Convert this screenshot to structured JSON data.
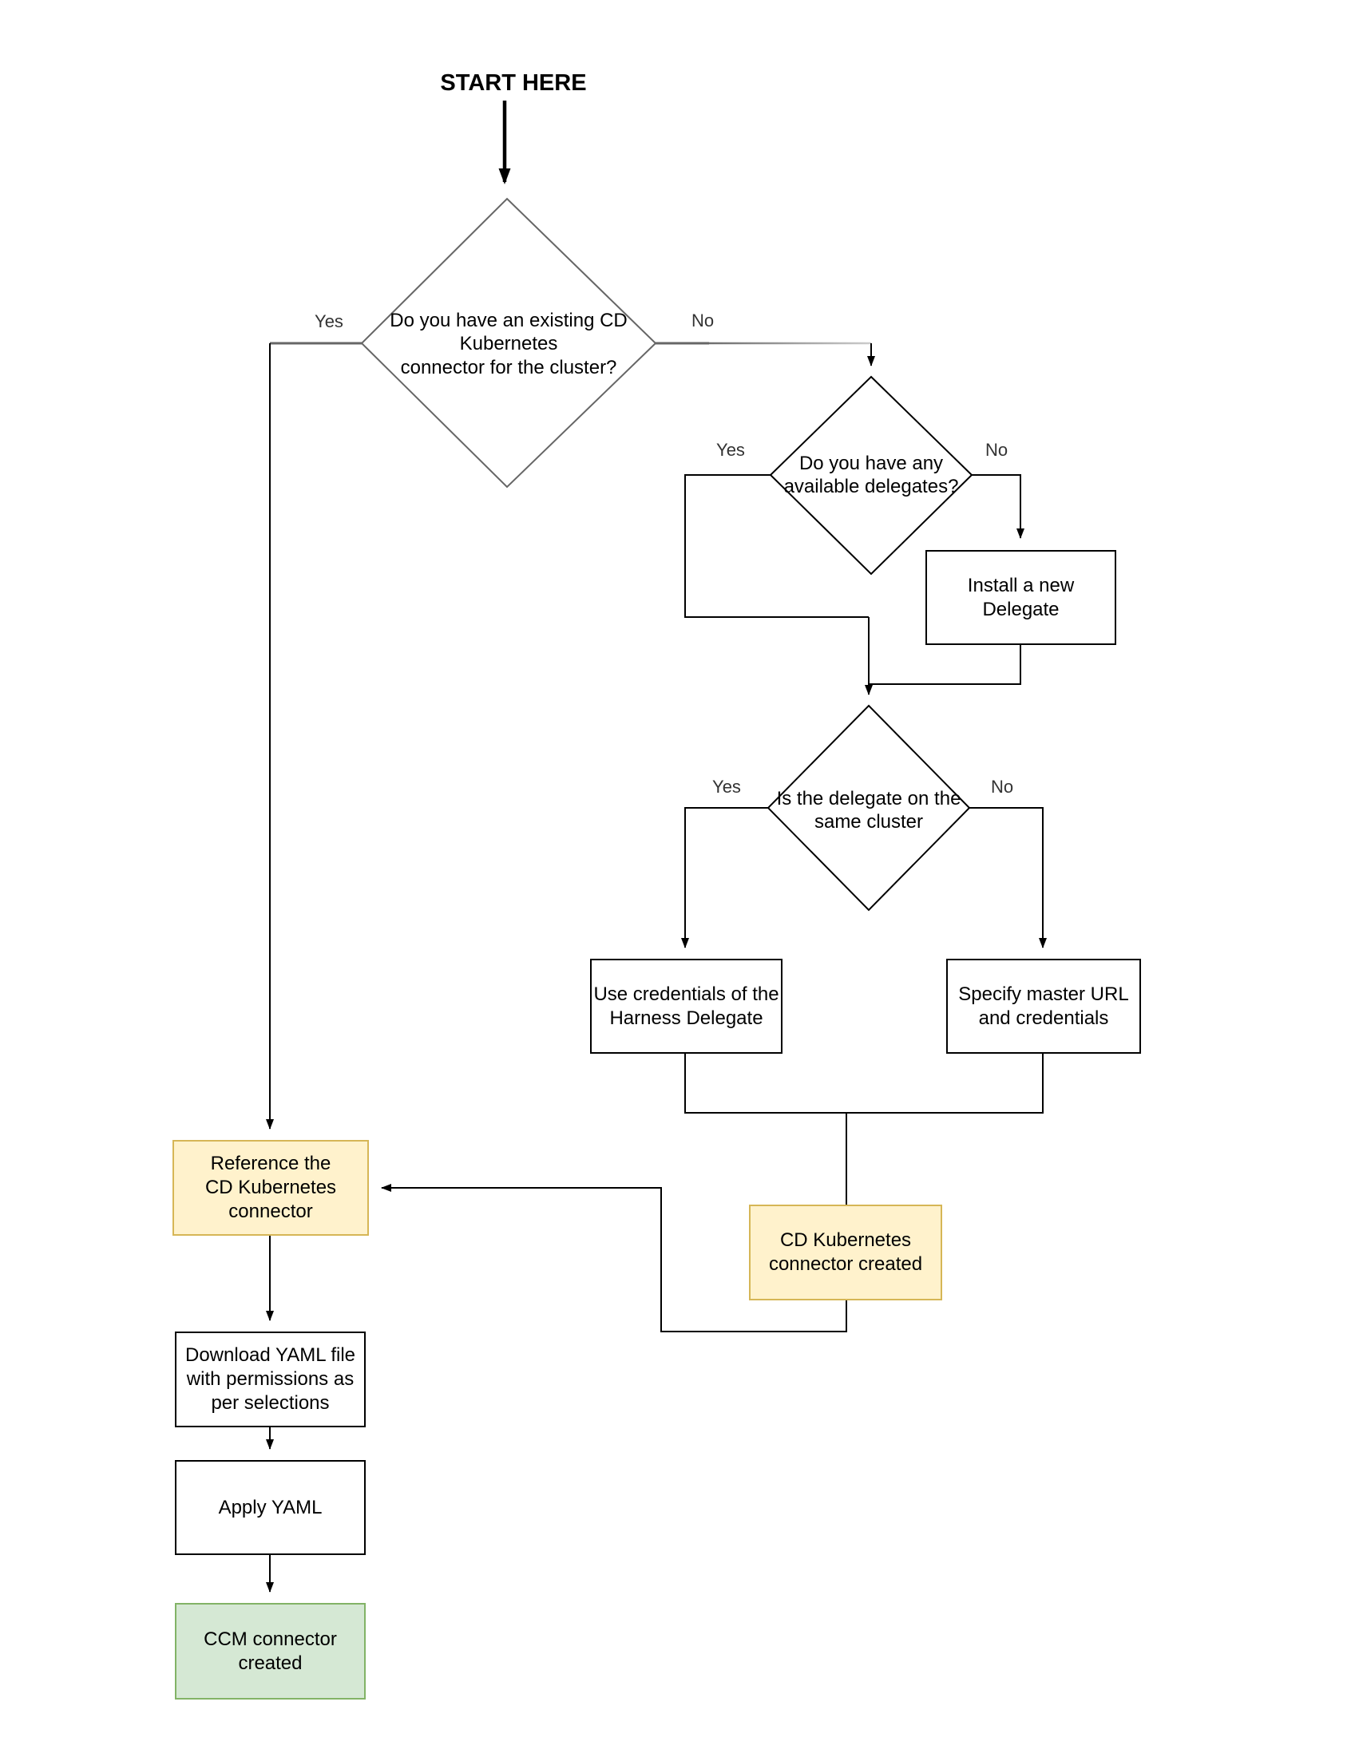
{
  "title": "START HERE",
  "decisions": {
    "existing_connector": {
      "label": "Do you have an existing CD\nKubernetes\nconnector for the cluster?"
    },
    "available_delegates": {
      "label": "Do you have any\navailable delegates?"
    },
    "delegate_same_cluster": {
      "label": "Is the delegate on the\nsame cluster"
    }
  },
  "nodes": {
    "install_delegate": {
      "label": "Install a new\nDelegate"
    },
    "use_credentials": {
      "label": "Use credentials of the\nHarness Delegate"
    },
    "specify_master_url": {
      "label": "Specify master URL\nand credentials"
    },
    "cd_connector_created": {
      "label": "CD Kubernetes\nconnector created"
    },
    "reference_connector": {
      "label": "Reference the\nCD Kubernetes\nconnector"
    },
    "download_yaml": {
      "label": "Download YAML file\nwith permissions as\nper selections"
    },
    "apply_yaml": {
      "label": "Apply YAML"
    },
    "ccm_connector_created": {
      "label": "CCM connector\ncreated"
    }
  },
  "edge_labels": {
    "existing_connector_yes": "Yes",
    "existing_connector_no": "No",
    "available_delegates_yes": "Yes",
    "available_delegates_no": "No",
    "same_cluster_yes": "Yes",
    "same_cluster_no": "No"
  },
  "colors": {
    "background": "#ffffff",
    "connector": "#000000",
    "decision1_outline": "#666666",
    "box_outline": "#000000",
    "highlight_fill": "#fff2cc",
    "highlight_stroke": "#d6b656",
    "success_fill": "#d5e8d4",
    "success_stroke": "#82b366"
  }
}
